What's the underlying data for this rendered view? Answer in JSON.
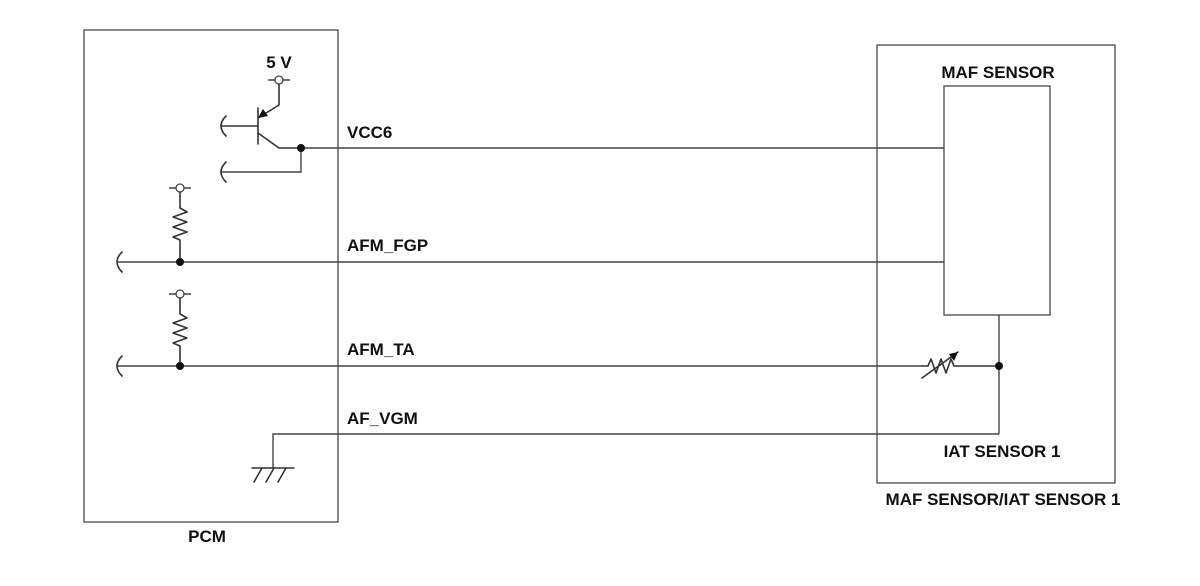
{
  "pcm": {
    "label": "PCM",
    "supply_label": "5 V"
  },
  "wires": {
    "vcc": "VCC6",
    "fgp": "AFM_FGP",
    "ta": "AFM_TA",
    "vgm": "AF_VGM"
  },
  "sensor_unit": {
    "label": "MAF SENSOR/IAT SENSOR 1",
    "maf_label": "MAF SENSOR",
    "iat_label": "IAT SENSOR 1"
  }
}
